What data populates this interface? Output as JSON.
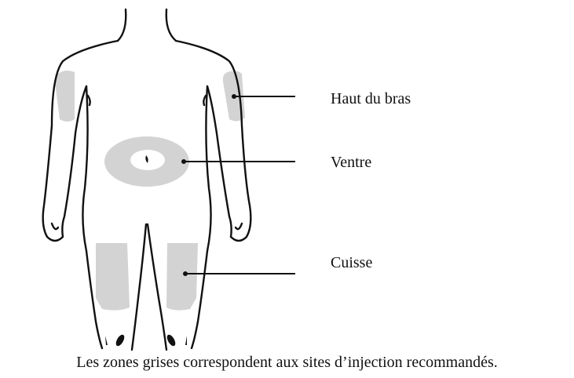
{
  "labels": {
    "upper_arm": "Haut du bras",
    "abdomen": "Ventre",
    "thigh": "Cuisse"
  },
  "caption": "Les zones grises correspondent aux sites d’injection recommandés.",
  "colors": {
    "outline": "#111111",
    "injection_zone": "#d3d3d3",
    "background": "#ffffff"
  }
}
